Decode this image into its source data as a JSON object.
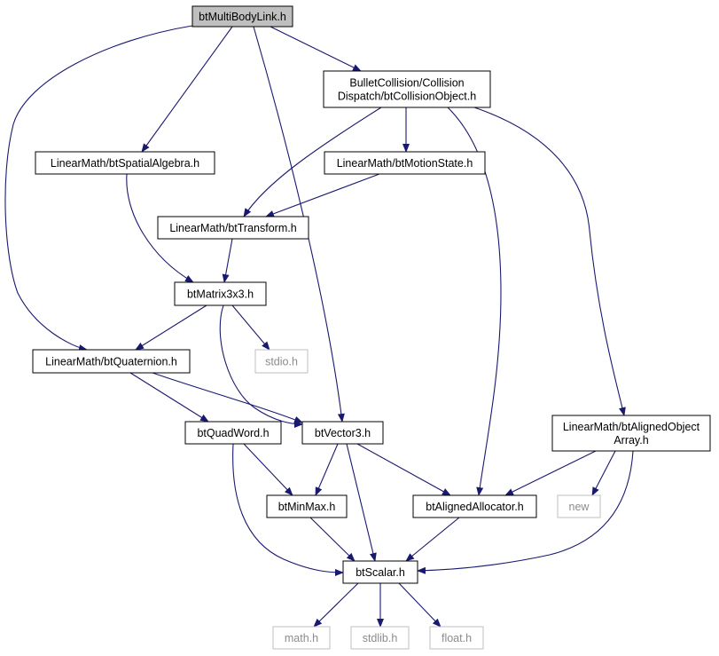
{
  "colors": {
    "edge": "#191970",
    "root_fill": "#bfbfbf",
    "node_fill": "#ffffff",
    "node_border": "#000000",
    "system_border": "#bfbfbf",
    "system_text": "#8c8c8c"
  },
  "nodes": [
    {
      "id": "btMultiBodyLink",
      "lines": [
        "btMultiBodyLink.h"
      ],
      "kind": "root"
    },
    {
      "id": "btCollisionObject",
      "lines": [
        "BulletCollision/Collision",
        "Dispatch/btCollisionObject.h"
      ],
      "kind": "file"
    },
    {
      "id": "btSpatialAlgebra",
      "lines": [
        "LinearMath/btSpatialAlgebra.h"
      ],
      "kind": "file"
    },
    {
      "id": "btMotionState",
      "lines": [
        "LinearMath/btMotionState.h"
      ],
      "kind": "file"
    },
    {
      "id": "btTransform",
      "lines": [
        "LinearMath/btTransform.h"
      ],
      "kind": "file"
    },
    {
      "id": "btMatrix3x3",
      "lines": [
        "btMatrix3x3.h"
      ],
      "kind": "file"
    },
    {
      "id": "btQuaternion",
      "lines": [
        "LinearMath/btQuaternion.h"
      ],
      "kind": "file"
    },
    {
      "id": "stdio",
      "lines": [
        "stdio.h"
      ],
      "kind": "system"
    },
    {
      "id": "btQuadWord",
      "lines": [
        "btQuadWord.h"
      ],
      "kind": "file"
    },
    {
      "id": "btVector3",
      "lines": [
        "btVector3.h"
      ],
      "kind": "file"
    },
    {
      "id": "btAlignedObjectArray",
      "lines": [
        "LinearMath/btAlignedObject",
        "Array.h"
      ],
      "kind": "file"
    },
    {
      "id": "btMinMax",
      "lines": [
        "btMinMax.h"
      ],
      "kind": "file"
    },
    {
      "id": "btAlignedAllocator",
      "lines": [
        "btAlignedAllocator.h"
      ],
      "kind": "file"
    },
    {
      "id": "new",
      "lines": [
        "new"
      ],
      "kind": "system"
    },
    {
      "id": "btScalar",
      "lines": [
        "btScalar.h"
      ],
      "kind": "file"
    },
    {
      "id": "math",
      "lines": [
        "math.h"
      ],
      "kind": "system"
    },
    {
      "id": "stdlib",
      "lines": [
        "stdlib.h"
      ],
      "kind": "system"
    },
    {
      "id": "float",
      "lines": [
        "float.h"
      ],
      "kind": "system"
    }
  ],
  "edges": [
    {
      "from": "btMultiBodyLink",
      "to": "btCollisionObject"
    },
    {
      "from": "btMultiBodyLink",
      "to": "btSpatialAlgebra"
    },
    {
      "from": "btMultiBodyLink",
      "to": "btQuaternion"
    },
    {
      "from": "btMultiBodyLink",
      "to": "btVector3"
    },
    {
      "from": "btCollisionObject",
      "to": "btMotionState"
    },
    {
      "from": "btCollisionObject",
      "to": "btTransform"
    },
    {
      "from": "btCollisionObject",
      "to": "btAlignedAllocator"
    },
    {
      "from": "btCollisionObject",
      "to": "btAlignedObjectArray"
    },
    {
      "from": "btSpatialAlgebra",
      "to": "btMatrix3x3"
    },
    {
      "from": "btMotionState",
      "to": "btTransform"
    },
    {
      "from": "btTransform",
      "to": "btMatrix3x3"
    },
    {
      "from": "btMatrix3x3",
      "to": "btQuaternion"
    },
    {
      "from": "btMatrix3x3",
      "to": "stdio"
    },
    {
      "from": "btMatrix3x3",
      "to": "btVector3"
    },
    {
      "from": "btQuaternion",
      "to": "btQuadWord"
    },
    {
      "from": "btQuaternion",
      "to": "btVector3"
    },
    {
      "from": "btQuadWord",
      "to": "btMinMax"
    },
    {
      "from": "btQuadWord",
      "to": "btScalar"
    },
    {
      "from": "btVector3",
      "to": "btMinMax"
    },
    {
      "from": "btVector3",
      "to": "btAlignedAllocator"
    },
    {
      "from": "btVector3",
      "to": "btScalar"
    },
    {
      "from": "btAlignedObjectArray",
      "to": "btAlignedAllocator"
    },
    {
      "from": "btAlignedObjectArray",
      "to": "new"
    },
    {
      "from": "btAlignedObjectArray",
      "to": "btScalar"
    },
    {
      "from": "btMinMax",
      "to": "btScalar"
    },
    {
      "from": "btAlignedAllocator",
      "to": "btScalar"
    },
    {
      "from": "btScalar",
      "to": "math"
    },
    {
      "from": "btScalar",
      "to": "stdlib"
    },
    {
      "from": "btScalar",
      "to": "float"
    }
  ]
}
